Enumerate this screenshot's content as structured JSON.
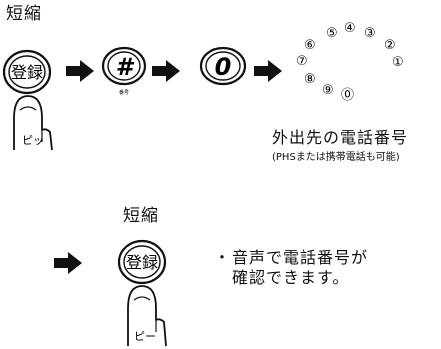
{
  "step1": {
    "short_label": "短縮",
    "register_key": "登録",
    "beep": "ピッ",
    "hash_key": "#",
    "hash_sublabel": "番号",
    "zero_key": "0",
    "dial_digits": [
      "⑤",
      "④",
      "③",
      "⑥",
      "②",
      "⑦",
      "①",
      "⑧",
      "⑨",
      "⓪"
    ],
    "caption_main": "外出先の電話番号",
    "caption_sub": "(PHSまたは携帯電話も可能)"
  },
  "step2": {
    "short_label": "短縮",
    "register_key": "登録",
    "beep": "ピー",
    "note_bullet": "・",
    "note_line1": "音声で電話番号が",
    "note_line2": "確認できます。"
  }
}
